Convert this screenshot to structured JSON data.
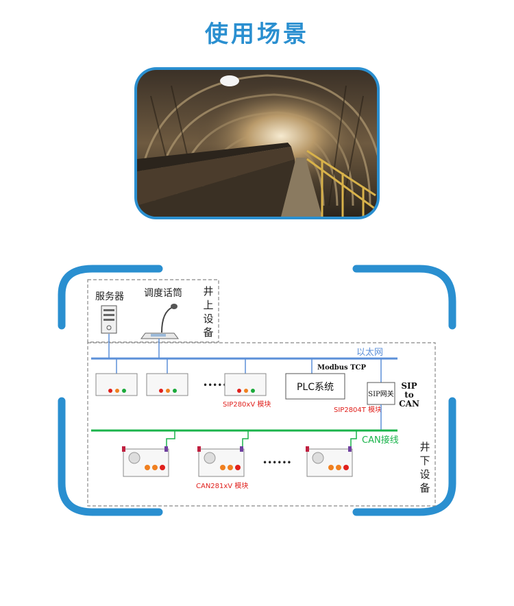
{
  "page": {
    "title": "使用场景"
  },
  "diagram": {
    "above_ground": {
      "server_label": "服务器",
      "mic_label": "调度话筒",
      "region_label": [
        "井",
        "上",
        "设",
        "备"
      ]
    },
    "ethernet_label": "以太网",
    "modbus_label": "Modbus TCP",
    "plc_label": "PLC系统",
    "sip_gateway_label": "SIP网关",
    "sip_to_can": [
      "SIP",
      "to",
      "CAN"
    ],
    "sip280_label": "SIP280xV 模块",
    "sip2804_label": "SIP2804T 模块",
    "can_bus_label": "CAN接线",
    "can281_label": "CAN281xV 模块",
    "dots": "••••••",
    "underground_label": [
      "井",
      "下",
      "设",
      "备"
    ],
    "colors": {
      "frame": "#2a8fd0",
      "ethernet": "#5b8fd8",
      "can": "#19b34a",
      "module_text": "#e0201c"
    }
  }
}
